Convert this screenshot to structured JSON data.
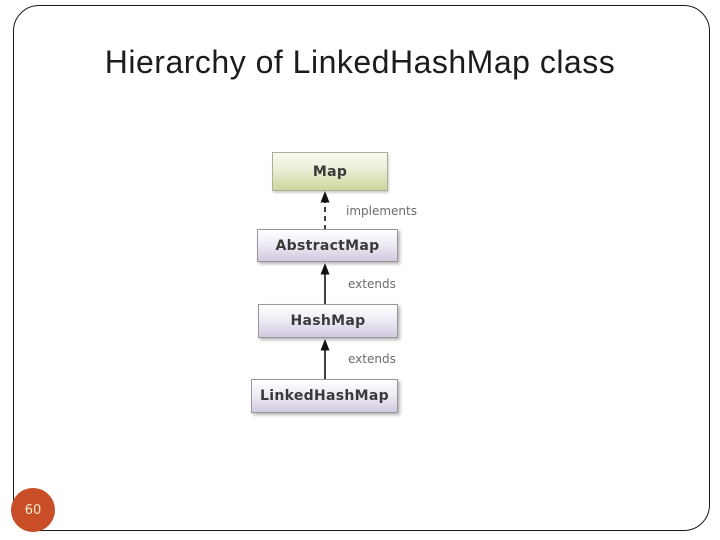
{
  "slide": {
    "title": "Hierarchy of LinkedHashMap class",
    "page_number": "60",
    "accent_color": "#c94d26",
    "background_color": "#ffffff",
    "border_color": "#1a1a1a"
  },
  "diagram": {
    "type": "class-hierarchy",
    "nodes": [
      {
        "label": "Map",
        "kind": "interface",
        "fill_top": "#f8faf1",
        "fill_bottom": "#ccd79d"
      },
      {
        "label": "AbstractMap",
        "kind": "class",
        "fill_top": "#feffff",
        "fill_bottom": "#d2c9df"
      },
      {
        "label": "HashMap",
        "kind": "class",
        "fill_top": "#feffff",
        "fill_bottom": "#d2c9df"
      },
      {
        "label": "LinkedHashMap",
        "kind": "class",
        "fill_top": "#feffff",
        "fill_bottom": "#d2c9df"
      }
    ],
    "edges": [
      {
        "from": "AbstractMap",
        "to": "Map",
        "label": "implements",
        "line_style": "dashed"
      },
      {
        "from": "HashMap",
        "to": "AbstractMap",
        "label": "extends",
        "line_style": "solid"
      },
      {
        "from": "LinkedHashMap",
        "to": "HashMap",
        "label": "extends",
        "line_style": "solid"
      }
    ],
    "label_color": "#6b6b6b",
    "arrow_color": "#111111"
  }
}
